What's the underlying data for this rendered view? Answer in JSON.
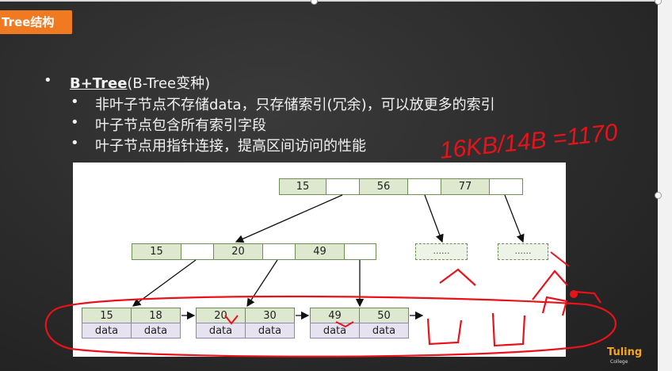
{
  "slide": {
    "title": "Tree结构",
    "bullet_main_dot": "•",
    "bullet_main_bold": "B+Tree",
    "bullet_main_rest": "(B-Tree变种)",
    "sub_dot": "•",
    "sub_bullets": [
      "非叶子节点不存储data，只存储索引(冗余)，可以放更多的索引",
      "叶子节点包含所有索引字段",
      "叶子节点用指针连接，提高区间访问的性能"
    ],
    "handwriting": "16KB/14B =1170",
    "logo_text": "Tuling",
    "logo_sub": "College"
  },
  "diagram": {
    "root_keys": [
      "15",
      "56",
      "77"
    ],
    "internal_keys": [
      "15",
      "20",
      "49"
    ],
    "leaf_groups": [
      {
        "keys": [
          "15",
          "18"
        ],
        "data": [
          "data",
          "data"
        ]
      },
      {
        "keys": [
          "20",
          "30"
        ],
        "data": [
          "data",
          "data"
        ]
      },
      {
        "keys": [
          "49",
          "50"
        ],
        "data": [
          "data",
          "data"
        ]
      }
    ],
    "ellipsis_nodes": [
      "......",
      "......"
    ]
  },
  "colors": {
    "key_fill": "#dde8cf",
    "key_border": "#6d8f53",
    "data_fill": "#e6e2f0",
    "data_border": "#8f86b3",
    "title_tag": "#f07a22",
    "annotation_red": "#e8121a"
  }
}
